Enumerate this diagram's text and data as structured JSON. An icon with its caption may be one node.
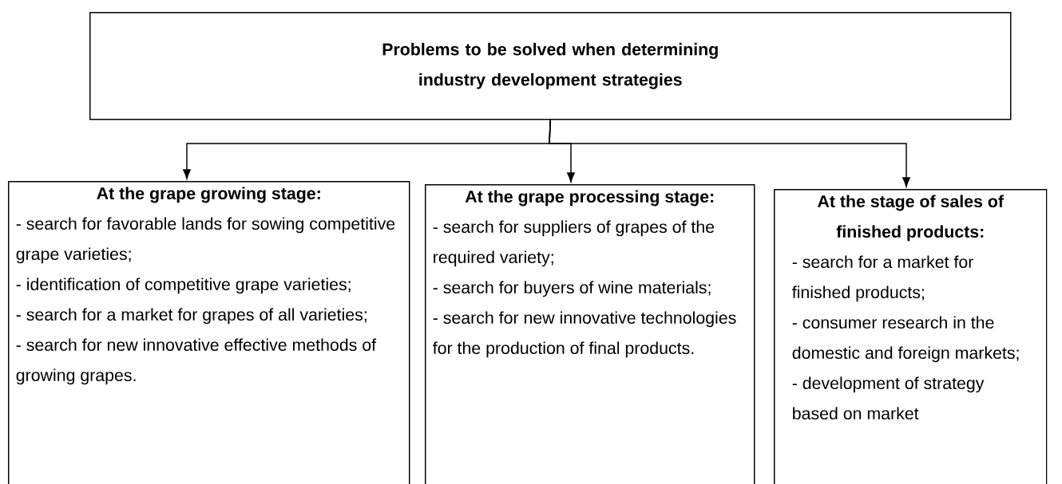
{
  "diagram": {
    "nodes": [
      {
        "text": [
          "Problems to be solved when determining industry development strategies"
        ]
      },
      {
        "text": [
          "At the grape growing stage:",
          "- search for favorable lands for sowing competitive grape varieties;",
          "- identification of competitive grape varieties;",
          "- search for a market for grapes of all varieties;",
          "- search for new innovative effective methods of growing grapes."
        ]
      },
      {
        "text": [
          "At the grape processing stage:",
          "- search for suppliers of grapes of the required variety;",
          "- search for buyers of wine materials;",
          "- search for new innovative technologies for the production of final products."
        ]
      },
      {
        "text": [
          "At the stage of sales of finished products:",
          "- search for a market for finished products;",
          "- consumer research in the domestic and foreign markets;",
          "- development of strategy based on market"
        ]
      }
    ],
    "edges": [
      {
        "from": 0,
        "to": 1,
        "arrow": "to"
      },
      {
        "from": 0,
        "to": 2,
        "arrow": "to"
      },
      {
        "from": 0,
        "to": 3,
        "arrow": "to"
      }
    ]
  }
}
